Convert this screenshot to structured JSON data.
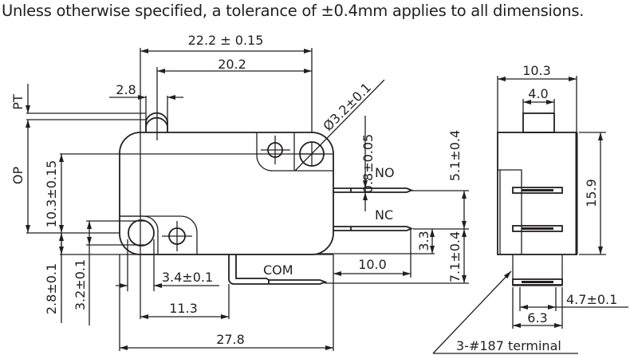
{
  "note": "Unless otherwise specified, a tolerance of ±0.4mm applies to all dimensions.",
  "dims": {
    "overall_length_top": "22.2 ± 0.15",
    "hole_to_plunger": "20.2",
    "plunger_width": "2.8",
    "hole_diameter": "Ø3.2±0.1",
    "pt": "PT",
    "op": "OP",
    "op_height": "10.3±0.15",
    "no_offset": "0.8±0.05",
    "no_height": "5.1±0.4",
    "nc_height": "7.1±0.4",
    "nc_offset": "3.3",
    "terminal_length": "10.0",
    "hole_bottom": "2.8±0.1",
    "slot_height": "3.2±0.1",
    "slot_width": "3.4±0.1",
    "com_position": "11.3",
    "body_length": "27.8",
    "width": "10.3",
    "plunger_side_width": "4.0",
    "body_height": "15.9",
    "terminal_width": "4.7±0.1",
    "terminal_span": "6.3",
    "terminal_note": "3-#187 terminal"
  },
  "labels": {
    "no": "NO",
    "nc": "NC",
    "com": "COM"
  }
}
